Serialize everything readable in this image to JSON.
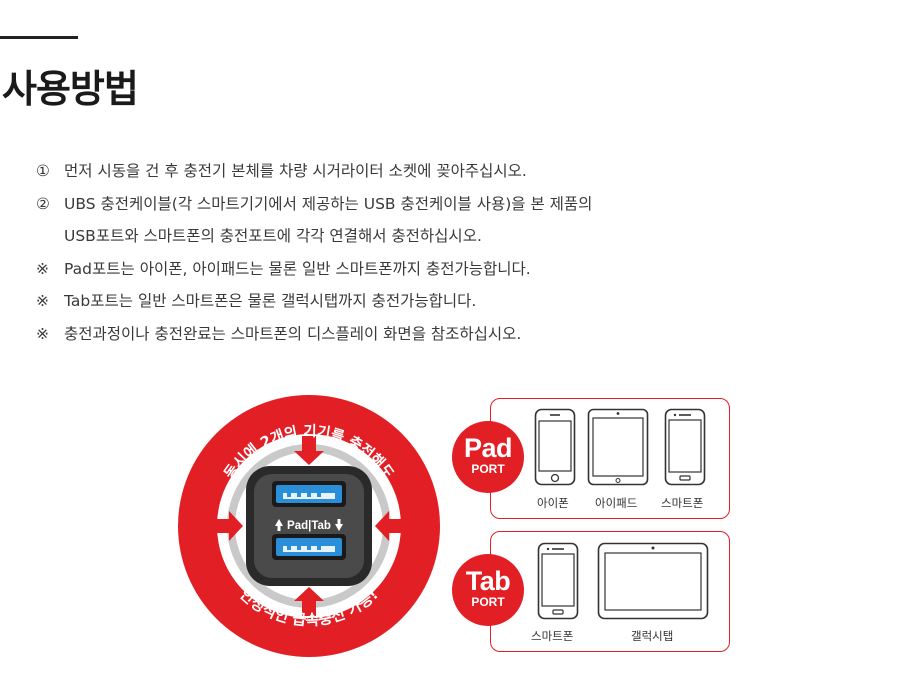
{
  "page": {
    "title": "사용방법"
  },
  "instructions": [
    {
      "mark": "①",
      "text": "먼저 시동을 건 후 충전기 본체를 차량 시거라이터 소켓에 꽂아주십시오."
    },
    {
      "mark": "②",
      "text": "UBS 충전케이블(각 스마트기기에서 제공하는 USB 충전케이블 사용)을 본 제품의"
    },
    {
      "mark": "",
      "text": "USB포트와 스마트폰의 충전포트에 각각 연결해서 충전하십시오."
    },
    {
      "mark": "※",
      "text": "Pad포트는 아이폰, 아이패드는 물론 일반 스마트폰까지 충전가능합니다."
    },
    {
      "mark": "※",
      "text": "Tab포트는 일반 스마트폰은 물론 갤럭시탭까지 충전가능합니다."
    },
    {
      "mark": "※",
      "text": "충전과정이나 충전완료는 스마트폰의 디스플레이 화면을 참조하십시오."
    }
  ],
  "illustration": {
    "ring_top_text": "동시에 2개의 기기를 충전해도",
    "ring_bottom_text": "안정적인 급속충전 가능!",
    "port_label": "Pad|Tab",
    "colors": {
      "brand_red": "#e31f26",
      "usb_blue": "#2a8fd8",
      "charger_dark": "#2a2a2a"
    }
  },
  "pad_port": {
    "badge": {
      "main": "Pad",
      "sub": "PORT"
    },
    "devices": [
      {
        "label": "아이폰",
        "icon": "iphone-icon"
      },
      {
        "label": "아이패드",
        "icon": "ipad-icon"
      },
      {
        "label": "스마트폰",
        "icon": "smartphone-icon"
      }
    ]
  },
  "tab_port": {
    "badge": {
      "main": "Tab",
      "sub": "PORT"
    },
    "devices": [
      {
        "label": "스마트폰",
        "icon": "smartphone-icon"
      },
      {
        "label": "갤럭시탭",
        "icon": "galaxy-tab-icon"
      }
    ]
  }
}
